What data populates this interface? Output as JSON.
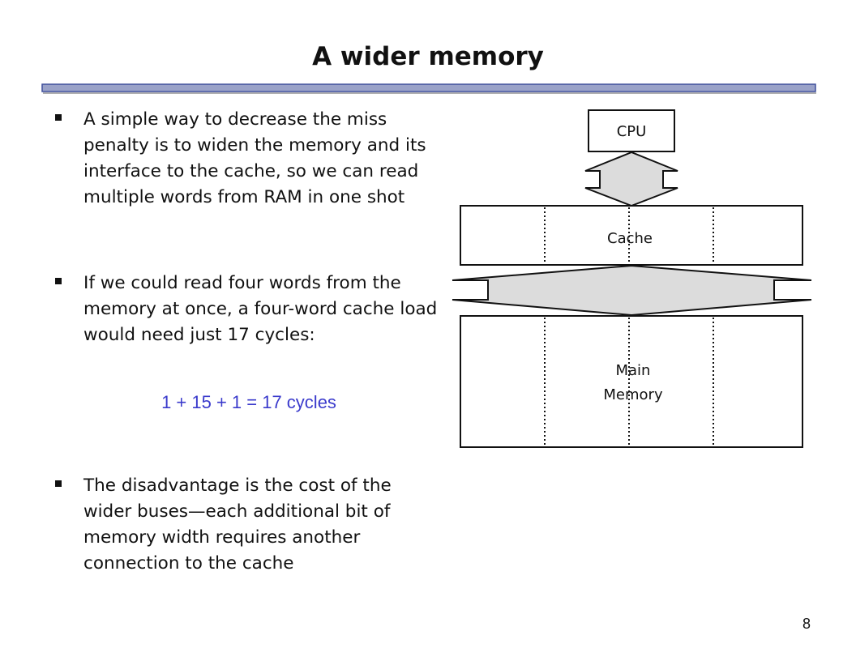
{
  "slide": {
    "title": "A wider memory",
    "page_number": "8"
  },
  "bullets": [
    {
      "text": "A simple way to decrease the miss penalty is to widen the memory and its interface to the cache, so we can read multiple words from RAM in one shot"
    },
    {
      "text": "If we could read four words from the memory at once, a four-word cache load would need just 17 cycles:"
    },
    {
      "text": "The disadvantage is the cost of the wider buses—each additional bit of memory width requires another connection to the cache"
    }
  ],
  "formula": "1 + 15 + 1 = 17 cycles",
  "diagram": {
    "cpu_label": "CPU",
    "cache_label": "Cache",
    "memory_label_line1": "Main",
    "memory_label_line2": "Memory"
  },
  "colors": {
    "title_rule": "#4a5ca8",
    "formula": "#3b3bcc",
    "bus_fill": "#dcdcdc"
  }
}
